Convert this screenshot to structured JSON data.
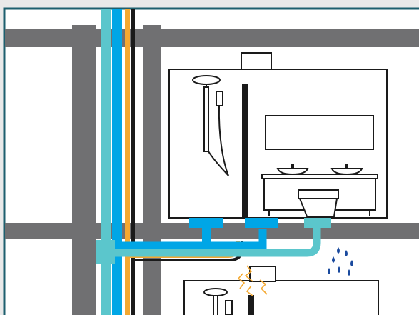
{
  "colors": {
    "background": "#e9e9e9",
    "panel": "#ffffff",
    "frame": "#1d5f6e",
    "beam": "#707072",
    "blue_pipe": "#00a6e6",
    "teal_pipe": "#5bc6cc",
    "orange_cable": "#f4a830",
    "black_cable": "#1a1a1a",
    "outline": "#1a1a1a",
    "water_drop": "#1a4a9e",
    "spark": "#f4a830"
  },
  "elements": {
    "concrete_beams": "structural-beam",
    "supply_pipe": "water-supply-pipe",
    "drain_pipe": "drain-pipe",
    "electric_cable": "electric-cable",
    "bathroom_upper": "bathroom-pod",
    "bathroom_lower": "bathroom-pod",
    "shower": "shower-icon",
    "mirror": "mirror-icon",
    "sinks": "sink-icon",
    "toilet": "toilet-icon",
    "water_leak": "water-drops-icon",
    "electric_spark": "spark-icon"
  }
}
